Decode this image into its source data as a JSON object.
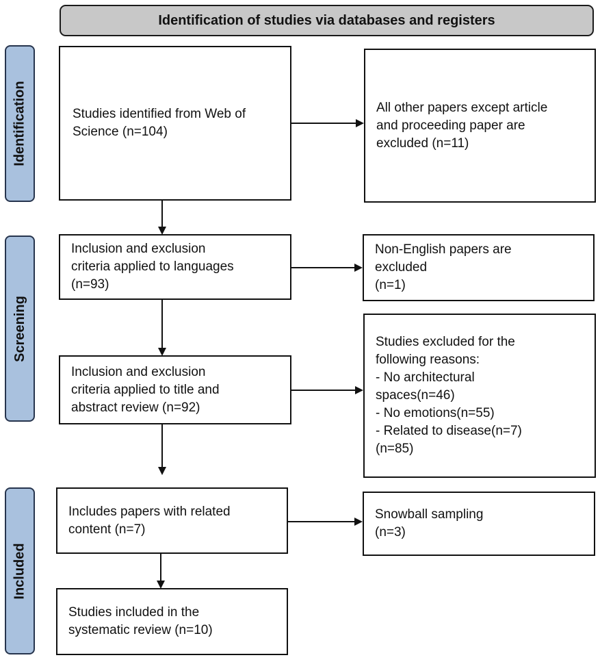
{
  "header": {
    "title": "Identification of studies via databases and registers"
  },
  "stages": {
    "identification": "Identification",
    "screening": "Screening",
    "included": "Included"
  },
  "boxes": {
    "web_of_science": [
      "Studies identified from Web of",
      "Science (n=104)"
    ],
    "other_papers_excluded": [
      "All other papers except article",
      "and proceeding paper are",
      "excluded (n=11)"
    ],
    "languages_criteria": [
      "Inclusion and exclusion",
      "criteria applied to languages",
      "(n=93)"
    ],
    "non_english_excluded": [
      "Non-English papers are",
      "excluded",
      "(n=1)"
    ],
    "title_abstract_criteria": [
      "Inclusion and exclusion",
      "criteria applied to title and",
      "abstract review (n=92)"
    ],
    "reasons_excluded": [
      "Studies excluded for the",
      "following reasons:",
      "- No architectural",
      "spaces(n=46)",
      "- No emotions(n=55)",
      "- Related to disease(n=7)",
      "(n=85)"
    ],
    "related_content": [
      "Includes papers with related",
      "content (n=7)"
    ],
    "snowball": [
      "Snowball sampling",
      "(n=3)"
    ],
    "included_review": [
      "Studies included in the",
      "systematic review (n=10)"
    ]
  }
}
